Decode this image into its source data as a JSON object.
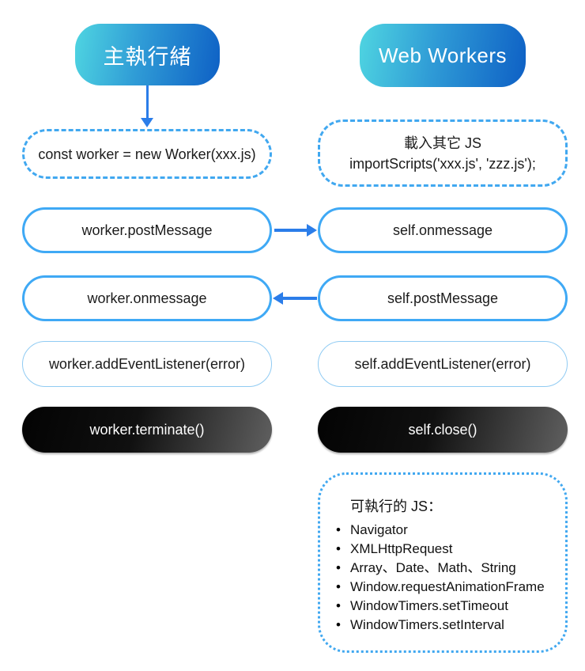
{
  "headers": {
    "main_thread": "主執行緒",
    "web_workers": "Web Workers"
  },
  "left_column": {
    "create_worker": "const worker = new Worker(xxx.js)",
    "post_message": "worker.postMessage",
    "on_message": "worker.onmessage",
    "add_event_listener": "worker.addEventListener(error)",
    "terminate": "worker.terminate()"
  },
  "right_column": {
    "import_title": "載入其它 JS",
    "import_code": "importScripts('xxx.js', 'zzz.js');",
    "on_message": "self.onmessage",
    "post_message": "self.postMessage",
    "add_event_listener": "self.addEventListener(error)",
    "close": "self.close()"
  },
  "executable_js": {
    "title": "可執行的 JS：",
    "items": [
      "Navigator",
      "XMLHttpRequest",
      "Array、Date、Math、String",
      "Window.requestAnimationFrame",
      "WindowTimers.setTimeout",
      "WindowTimers.setInterval"
    ]
  },
  "colors": {
    "header_gradient_start": "#4fd5e1",
    "header_gradient_end": "#0e60c5",
    "dashed_border": "#41a8f0",
    "solid_pill_border": "#3fa9f5",
    "thin_pill_border": "#90cbf3",
    "arrow": "#2b7de9",
    "dark_pill_start": "#030303",
    "dark_pill_end": "#606060",
    "text_dark": "#1b1b1b",
    "text_light": "#ffffff"
  }
}
